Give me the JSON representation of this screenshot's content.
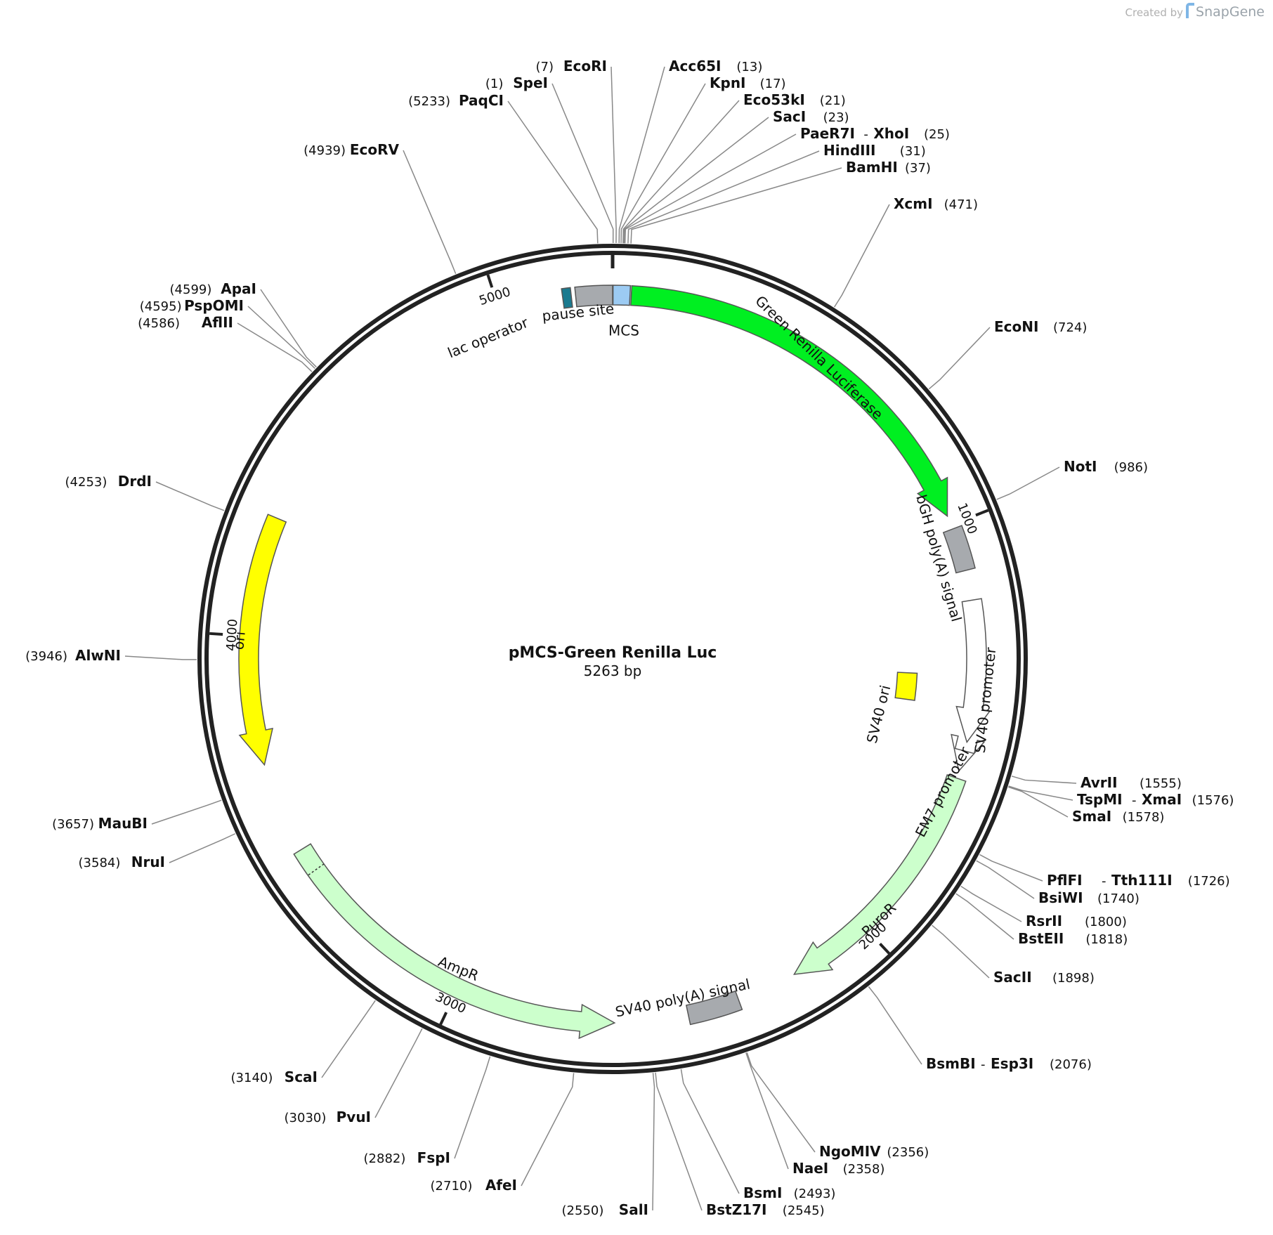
{
  "credit": {
    "prefix": "Created by",
    "brand": "SnapGene"
  },
  "plasmid": {
    "name": "pMCS-Green Renilla Luc",
    "length_label": "5263 bp",
    "length_bp": 5263
  },
  "ticks": [
    {
      "bp": 1000,
      "label": "1000"
    },
    {
      "bp": 2000,
      "label": "2000"
    },
    {
      "bp": 3000,
      "label": "3000"
    },
    {
      "bp": 4000,
      "label": "4000"
    },
    {
      "bp": 5000,
      "label": "5000"
    }
  ],
  "features": [
    {
      "id": "lac-operator",
      "label": "lac operator",
      "start": 5148,
      "end": 5168,
      "color": "#1a7a8f",
      "strand": 0
    },
    {
      "id": "pause-site",
      "label": "pause site",
      "start": 5178,
      "end": 5263,
      "color": "#a7aaae",
      "strand": 0
    },
    {
      "id": "mcs",
      "label": "MCS",
      "start": 1,
      "end": 40,
      "color": "#9ccbf3",
      "strand": 0
    },
    {
      "id": "green-renilla-luciferase",
      "label": "Green Renilla Luciferase",
      "start": 43,
      "end": 978,
      "color": "#00ef21",
      "strand": 1
    },
    {
      "id": "bgh-polya-signal",
      "label": "bGH poly(A) signal",
      "start": 1010,
      "end": 1110,
      "color": "#a7aaae",
      "strand": 0
    },
    {
      "id": "sv40-promoter",
      "label": "SV40 promoter",
      "start": 1180,
      "end": 1509,
      "color": "#ffffff",
      "strand": 1
    },
    {
      "id": "sv40-ori",
      "label": "SV40 ori",
      "start": 1355,
      "end": 1430,
      "color": "#ffff00",
      "strand": 0
    },
    {
      "id": "em7-promoter",
      "label": "EM7 promoter",
      "start": 1530,
      "end": 1578,
      "color": "#ffffff",
      "strand": 1
    },
    {
      "id": "puror",
      "label": "PuroR",
      "start": 1595,
      "end": 2194,
      "color": "#ccffcc",
      "strand": 1
    },
    {
      "id": "sv40-polya-signal",
      "label": "SV40 poly(A) signal",
      "start": 2335,
      "end": 2456,
      "color": "#a7aaae",
      "strand": 0
    },
    {
      "id": "ampr",
      "label": "AmpR",
      "start": 2627,
      "end": 3487,
      "color": "#ccffcc",
      "strand": -1
    },
    {
      "id": "ori",
      "label": "ori",
      "start": 3700,
      "end": 4280,
      "color": "#ffff00",
      "strand": -1
    }
  ],
  "sites": [
    {
      "name": "SpeI",
      "pos": 1,
      "pos_label": "(1)"
    },
    {
      "name": "EcoRI",
      "pos": 7,
      "pos_label": "(7)"
    },
    {
      "name": "Acc65I",
      "pos": 13,
      "pos_label": "(13)"
    },
    {
      "name": "KpnI",
      "pos": 17,
      "pos_label": "(17)"
    },
    {
      "name": "Eco53kI",
      "pos": 21,
      "pos_label": "(21)"
    },
    {
      "name": "SacI",
      "pos": 23,
      "pos_label": "(23)"
    },
    {
      "name": "PaeR7I",
      "name2": "XhoI",
      "pos": 25,
      "pos_label": "(25)"
    },
    {
      "name": "HindIII",
      "pos": 31,
      "pos_label": "(31)"
    },
    {
      "name": "BamHI",
      "pos": 37,
      "pos_label": "(37)"
    },
    {
      "name": "XcmI",
      "pos": 471,
      "pos_label": "(471)"
    },
    {
      "name": "EcoNI",
      "pos": 724,
      "pos_label": "(724)"
    },
    {
      "name": "NotI",
      "pos": 986,
      "pos_label": "(986)"
    },
    {
      "name": "AvrII",
      "pos": 1555,
      "pos_label": "(1555)"
    },
    {
      "name": "TspMI",
      "name2": "XmaI",
      "pos": 1576,
      "pos_label": "(1576)"
    },
    {
      "name": "SmaI",
      "pos": 1578,
      "pos_label": "(1578)"
    },
    {
      "name": "PflFI",
      "name2": "Tth111I",
      "pos": 1726,
      "pos_label": "(1726)"
    },
    {
      "name": "BsiWI",
      "pos": 1740,
      "pos_label": "(1740)"
    },
    {
      "name": "RsrII",
      "pos": 1800,
      "pos_label": "(1800)"
    },
    {
      "name": "BstEII",
      "pos": 1818,
      "pos_label": "(1818)"
    },
    {
      "name": "SacII",
      "pos": 1898,
      "pos_label": "(1898)"
    },
    {
      "name": "BsmBI",
      "name2": "Esp3I",
      "pos": 2076,
      "pos_label": "(2076)"
    },
    {
      "name": "NgoMIV",
      "pos": 2356,
      "pos_label": "(2356)"
    },
    {
      "name": "NaeI",
      "pos": 2358,
      "pos_label": "(2358)"
    },
    {
      "name": "BsmI",
      "pos": 2493,
      "pos_label": "(2493)"
    },
    {
      "name": "BstZ17I",
      "pos": 2545,
      "pos_label": "(2545)"
    },
    {
      "name": "SalI",
      "pos": 2550,
      "pos_label": "(2550)"
    },
    {
      "name": "AfeI",
      "pos": 2710,
      "pos_label": "(2710)"
    },
    {
      "name": "FspI",
      "pos": 2882,
      "pos_label": "(2882)"
    },
    {
      "name": "PvuI",
      "pos": 3030,
      "pos_label": "(3030)"
    },
    {
      "name": "ScaI",
      "pos": 3140,
      "pos_label": "(3140)"
    },
    {
      "name": "NruI",
      "pos": 3584,
      "pos_label": "(3584)"
    },
    {
      "name": "MauBI",
      "pos": 3657,
      "pos_label": "(3657)"
    },
    {
      "name": "AlwNI",
      "pos": 3946,
      "pos_label": "(3946)"
    },
    {
      "name": "DrdI",
      "pos": 4253,
      "pos_label": "(4253)"
    },
    {
      "name": "AflII",
      "pos": 4586,
      "pos_label": "(4586)"
    },
    {
      "name": "PspOMI",
      "pos": 4595,
      "pos_label": "(4595)"
    },
    {
      "name": "ApaI",
      "pos": 4599,
      "pos_label": "(4599)"
    },
    {
      "name": "EcoRV",
      "pos": 4939,
      "pos_label": "(4939)"
    },
    {
      "name": "PaqCI",
      "pos": 5233,
      "pos_label": "(5233)"
    }
  ]
}
